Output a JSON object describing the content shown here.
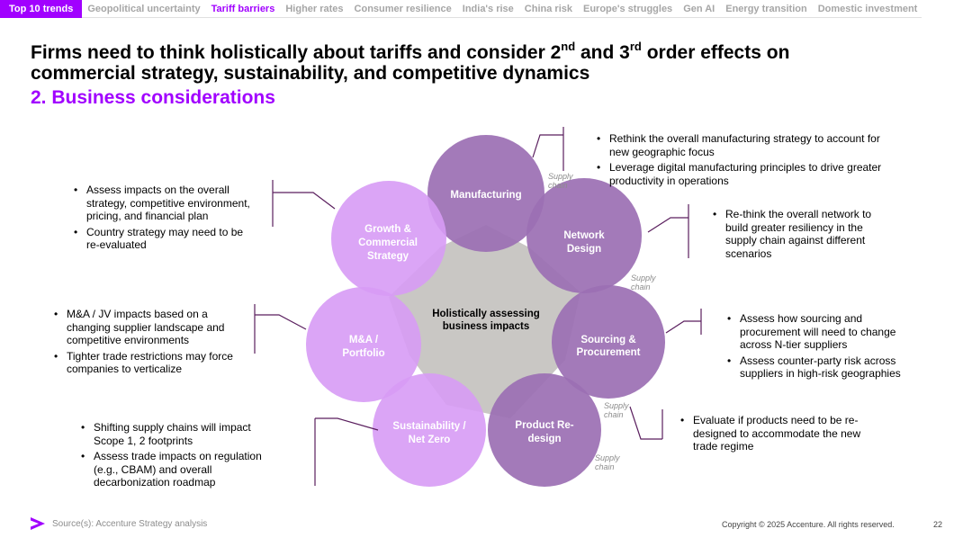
{
  "nav": {
    "items": [
      "Top 10 trends",
      "Geopolitical uncertainty",
      "Tariff barriers",
      "Higher rates",
      "Consumer resilience",
      "India's rise",
      "China risk",
      "Europe's struggles",
      "Gen AI",
      "Energy transition",
      "Domestic investment"
    ],
    "active_index": 2
  },
  "title": {
    "line1_a": "Firms need to think holistically about tariffs and consider 2",
    "sup1": "nd",
    "line1_b": " and 3",
    "sup2": "rd",
    "line1_c": " order effects on",
    "line2": "commercial strategy, sustainability, and competitive dynamics"
  },
  "subtitle": "2. Business considerations",
  "diagram": {
    "center_line1": "Holistically assessing",
    "center_line2": "business impacts",
    "nodes": [
      {
        "id": "manufacturing",
        "lines": [
          "Manufacturing"
        ],
        "color": "#9b6fb3"
      },
      {
        "id": "network",
        "lines": [
          "Network",
          "Design"
        ],
        "color": "#9b6fb3"
      },
      {
        "id": "sourcing",
        "lines": [
          "Sourcing &",
          "Procurement"
        ],
        "color": "#9b6fb3"
      },
      {
        "id": "product",
        "lines": [
          "Product Re-",
          "design"
        ],
        "color": "#9b6fb3"
      },
      {
        "id": "sustainability",
        "lines": [
          "Sustainability /",
          "Net Zero"
        ],
        "color": "#d79bf5"
      },
      {
        "id": "ma",
        "lines": [
          "M&A /",
          "Portfolio"
        ],
        "color": "#d79bf5"
      },
      {
        "id": "growth",
        "lines": [
          "Growth &",
          "Commercial",
          "Strategy"
        ],
        "color": "#d79bf5"
      }
    ],
    "center_color": "#c9c7c4"
  },
  "supply_chain_labels": [
    {
      "id": "sc1",
      "lines": [
        "Supply",
        "chain"
      ]
    },
    {
      "id": "sc2",
      "lines": [
        "Supply",
        "chain"
      ]
    },
    {
      "id": "sc3",
      "lines": [
        "Supply",
        "chain"
      ]
    },
    {
      "id": "sc4",
      "lines": [
        "Supply",
        "chain"
      ]
    }
  ],
  "bullets": {
    "manufacturing": [
      "Rethink the overall manufacturing strategy to account for new geographic focus",
      "Leverage digital manufacturing principles to drive greater productivity in operations"
    ],
    "network": [
      "Re-think the overall network to build greater resiliency in the supply chain against different scenarios"
    ],
    "sourcing": [
      "Assess how sourcing and procurement will need to change across N-tier suppliers",
      "Assess counter-party risk across suppliers in high-risk geographies"
    ],
    "product": [
      "Evaluate if products need to be re-designed to accommodate the new trade regime"
    ],
    "growth": [
      "Assess impacts on the overall strategy, competitive environment, pricing, and financial plan",
      "Country strategy may need to be re-evaluated"
    ],
    "ma": [
      "M&A / JV impacts based on a changing supplier landscape and competitive environments",
      "Tighter trade restrictions may force companies to verticalize"
    ],
    "sustainability": [
      "Shifting supply chains will impact Scope 1, 2 footprints",
      "Assess trade impacts on regulation (e.g., CBAM) and overall decarbonization roadmap"
    ]
  },
  "footer": {
    "source": "Source(s): Accenture Strategy analysis",
    "copyright": "Copyright © 2025 Accenture. All rights reserved.",
    "page": "22"
  },
  "colors": {
    "accent": "#a100ff",
    "connector": "#5a1f5e"
  }
}
